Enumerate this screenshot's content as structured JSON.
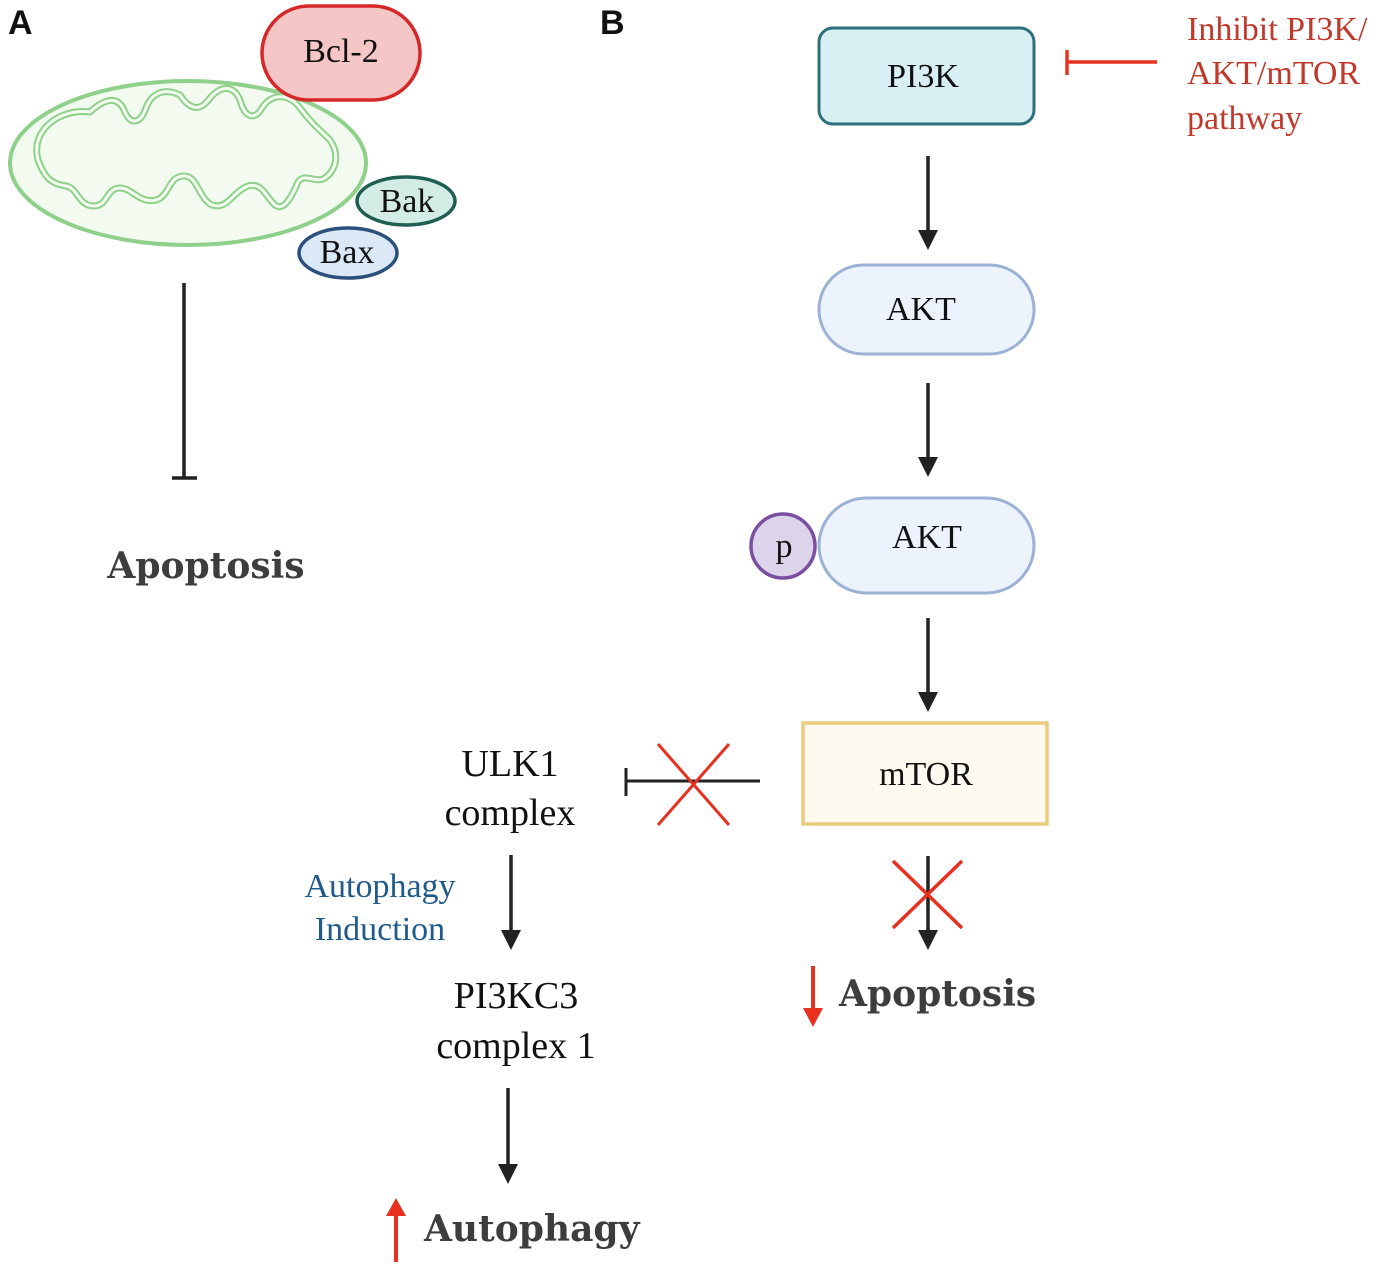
{
  "panels": {
    "a": {
      "letter": "A"
    },
    "b": {
      "letter": "B"
    }
  },
  "panel_a": {
    "proteins": {
      "bcl2": "Bcl-2",
      "bak": "Bak",
      "bax": "Bax"
    },
    "outcome": "Apoptosis"
  },
  "panel_b": {
    "nodes": {
      "pi3k": "PI3K",
      "akt": "AKT",
      "p_akt": "AKT",
      "phospho": "p",
      "mtor": "mTOR"
    },
    "inhibitor_label": [
      "Inhibit PI3K/",
      "AKT/mTOR",
      "pathway"
    ],
    "ulk1": [
      "ULK1",
      "complex"
    ],
    "autophagy_induction": [
      "Autophagy",
      "Induction"
    ],
    "pi3kc3": [
      "PI3KC3",
      "complex 1"
    ],
    "outcome_apoptosis": "Apoptosis",
    "outcome_autophagy": "Autophagy"
  },
  "colors": {
    "bcl2_fill": "#f4c7c6",
    "bcl2_stroke": "#d62828",
    "bak_fill": "#d4ece6",
    "bak_stroke": "#1e5f52",
    "bax_fill": "#dbe8f6",
    "bax_stroke": "#2c4f7c",
    "mito_stroke": "#8fd18a",
    "mito_fill": "#f3fbf1",
    "pi3k_fill": "#d8eff4",
    "pi3k_stroke": "#2f6f7c",
    "akt_fill": "#edf3fc",
    "akt_stroke": "#9cb1d6",
    "p_fill": "#dcd4ea",
    "p_stroke": "#7a4fa0",
    "mtor_fill": "#fffaf0",
    "mtor_stroke": "#e9cd7d",
    "arrow": "#222222",
    "red": "#e8301f"
  }
}
